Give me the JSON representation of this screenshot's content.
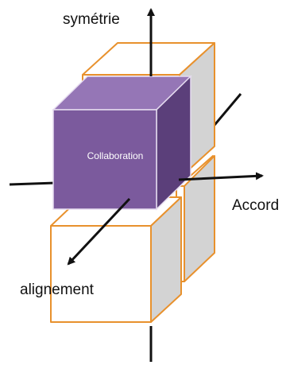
{
  "diagram": {
    "labels": {
      "vertical_axis": "symétrie",
      "horizontal_axis": "Accord",
      "depth_axis": "alignement",
      "central_cube": "Collaboration"
    },
    "colors": {
      "outline_cube_edge": "#e8912d",
      "outline_cube_front": "#ffffff",
      "outline_cube_side": "#d3d3d3",
      "outline_cube_top": "#ffffff",
      "collab_front": "#7b5a9d",
      "collab_top": "#9576b6",
      "collab_side": "#5b3f7a",
      "collab_edge": "#e6dcf0",
      "axis": "#111111"
    }
  }
}
